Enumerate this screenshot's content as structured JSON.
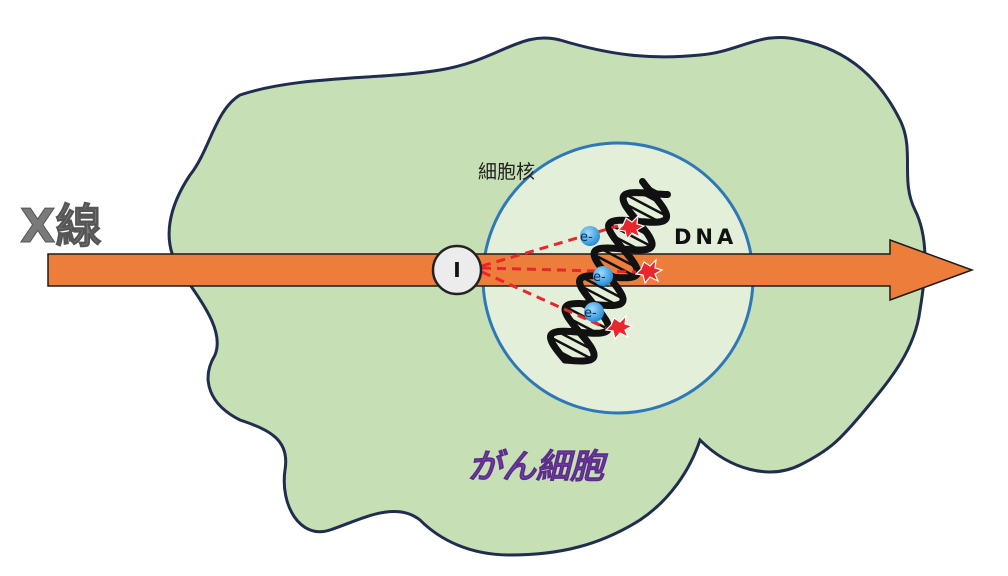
{
  "labels": {
    "xray": "X線",
    "nucleus": "細胞核",
    "dna": "DNA",
    "cancer_cell": "がん細胞",
    "iodine": "I",
    "electron": "e-"
  },
  "colors": {
    "cell_fill": "#c6dfb4",
    "cell_outline": "#1f2d4f",
    "nucleus_fill": "#e4efd9",
    "nucleus_outline": "#2f78b8",
    "beam": "#ec7d3a",
    "beam_outline": "#1c1c1c",
    "electron": "#2f9fe0",
    "trajectory": "#e8262b",
    "dna": "#111111",
    "cancer_cell_text": "#7b3fb0"
  },
  "electron_count": 3
}
